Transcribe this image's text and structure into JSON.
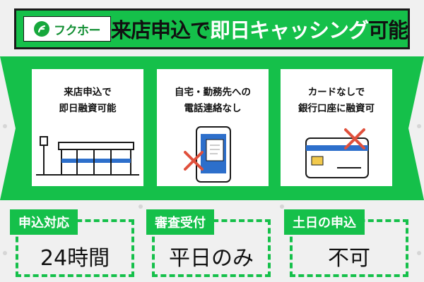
{
  "header": {
    "logo_text": "フクホー",
    "title_plain": "来店申込で",
    "title_highlight": "即日キャッシング",
    "title_end": "可能"
  },
  "colors": {
    "green": "#15c04a",
    "dark": "#1a1a1a",
    "red": "#e0503c",
    "blue": "#2d6fcb"
  },
  "features": [
    {
      "line1": "来店申込で",
      "line2": "即日融資可能",
      "icon": "store-icon"
    },
    {
      "line1": "自宅・勤務先への",
      "line2": "電話連絡なし",
      "icon": "smartphone-no-call-icon"
    },
    {
      "line1": "カードなしで",
      "line2": "銀行口座に融資可",
      "icon": "card-crossed-icon"
    }
  ],
  "info_boxes": [
    {
      "label": "申込対応",
      "value": "24時間"
    },
    {
      "label": "審査受付",
      "value": "平日のみ"
    },
    {
      "label": "土日の申込",
      "value": "不可"
    }
  ]
}
